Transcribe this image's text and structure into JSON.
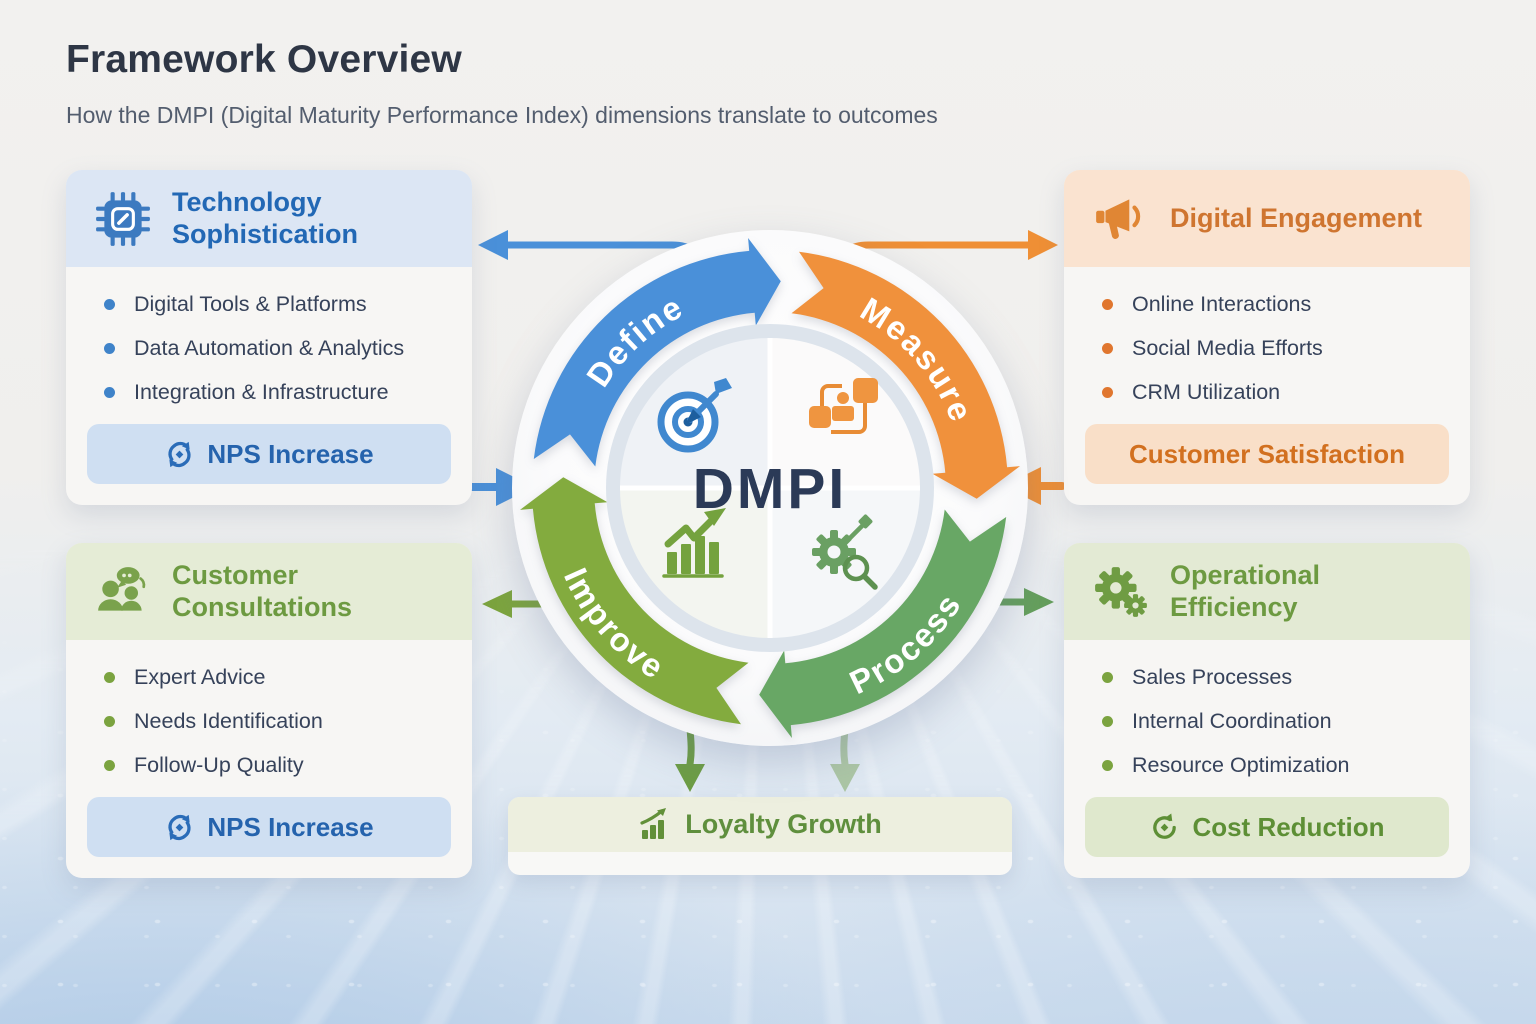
{
  "page": {
    "title": "Framework Overview",
    "subtitle": "How the DMPI (Digital Maturity Performance Index) dimensions translate to outcomes"
  },
  "hub": {
    "center_label": "DMPI",
    "segments": [
      {
        "label": "Define",
        "color": "#4a90d9"
      },
      {
        "label": "Measure",
        "color": "#f0913c"
      },
      {
        "label": "Process",
        "color": "#68a765"
      },
      {
        "label": "Improve",
        "color": "#83ab3e"
      }
    ],
    "quadrant_icons": [
      "target-goal-icon",
      "data-flow-icon",
      "growth-chart-icon",
      "gear-search-icon"
    ]
  },
  "cards": [
    {
      "id": "technology-sophistication",
      "title": "Technology Sophistication",
      "icon": "chip-icon",
      "accent": "#2268b5",
      "header_bg": "#dce6f4",
      "items": [
        "Digital Tools & Platforms",
        "Data Automation & Analytics",
        "Integration & Infrastructure"
      ],
      "outcome": "NPS Increase",
      "outcome_icon": "sync-icon"
    },
    {
      "id": "digital-engagement",
      "title": "Digital Engagement",
      "icon": "megaphone-icon",
      "accent": "#cf7530",
      "header_bg": "#fae3d0",
      "items": [
        "Online Interactions",
        "Social Media Efforts",
        "CRM Utilization"
      ],
      "outcome": "Customer Satisfaction",
      "outcome_icon": ""
    },
    {
      "id": "customer-consultations",
      "title": "Customer Consultations",
      "icon": "people-chat-icon",
      "accent": "#6d9a41",
      "header_bg": "#e5ecd6",
      "items": [
        "Expert Advice",
        "Needs Identification",
        "Follow-Up Quality"
      ],
      "outcome": "NPS Increase",
      "outcome_icon": "sync-icon"
    },
    {
      "id": "operational-efficiency",
      "title": "Operational Efficiency",
      "icon": "gears-icon",
      "accent": "#6d9a41",
      "header_bg": "#e3ead4",
      "items": [
        "Sales Processes",
        "Internal Coordination",
        "Resource Optimization"
      ],
      "outcome": "Cost Reduction",
      "outcome_icon": "cycle-icon"
    }
  ],
  "bottom_outcome": {
    "label": "Loyalty Growth",
    "icon": "bar-growth-icon"
  }
}
